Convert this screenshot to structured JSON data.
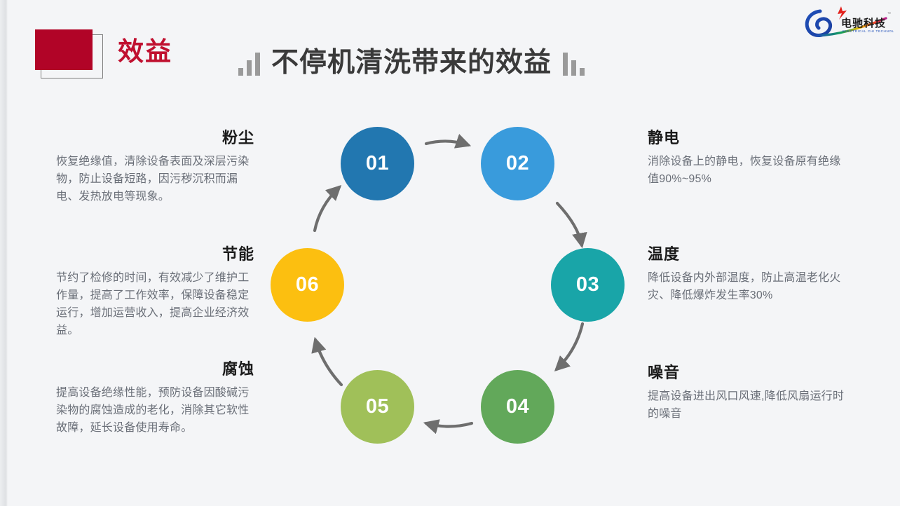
{
  "header": {
    "badge_label": "效益",
    "title": "不停机清洗带来的效益",
    "accent_red": "#b10427",
    "title_color": "#3a3a3a",
    "bar_icon_left": "bar-chart-ascending-icon",
    "bar_icon_right": "bar-chart-descending-icon"
  },
  "logo": {
    "name": "电驰科技",
    "tagline": "ELECTRICAL CHI TECHNOLOGY",
    "trademark": "™"
  },
  "cycle": {
    "nodes": [
      {
        "num": "01",
        "color": "#2277b0"
      },
      {
        "num": "02",
        "color": "#399bdc"
      },
      {
        "num": "03",
        "color": "#19a5a8"
      },
      {
        "num": "04",
        "color": "#62a85a"
      },
      {
        "num": "05",
        "color": "#a0c059"
      },
      {
        "num": "06",
        "color": "#fcbf10"
      }
    ],
    "arrow_color": "#6e6e6e"
  },
  "items": [
    {
      "id": "dust",
      "heading": "粉尘",
      "body": "恢复绝缘值，清除设备表面及深层污染物，防止设备短路，因污秽沉积而漏电、发热放电等现象。"
    },
    {
      "id": "static",
      "heading": "静电",
      "body": "消除设备上的静电，恢复设备原有绝缘值90%~95%"
    },
    {
      "id": "temperature",
      "heading": "温度",
      "body": "降低设备内外部温度，防止高温老化火灾、降低爆炸发生率30%"
    },
    {
      "id": "noise",
      "heading": "噪音",
      "body": "提高设备进出风口风速,降低风扇运行时的噪音"
    },
    {
      "id": "corrosion",
      "heading": "腐蚀",
      "body": "提高设备绝缘性能，预防设备因酸碱污染物的腐蚀造成的老化，消除其它软性故障，延长设备使用寿命。"
    },
    {
      "id": "energy",
      "heading": "节能",
      "body": "节约了检修的时间，有效减少了维护工作量，提高了工作效率，保障设备稳定运行，增加运营收入，提高企业经济效益。"
    }
  ]
}
